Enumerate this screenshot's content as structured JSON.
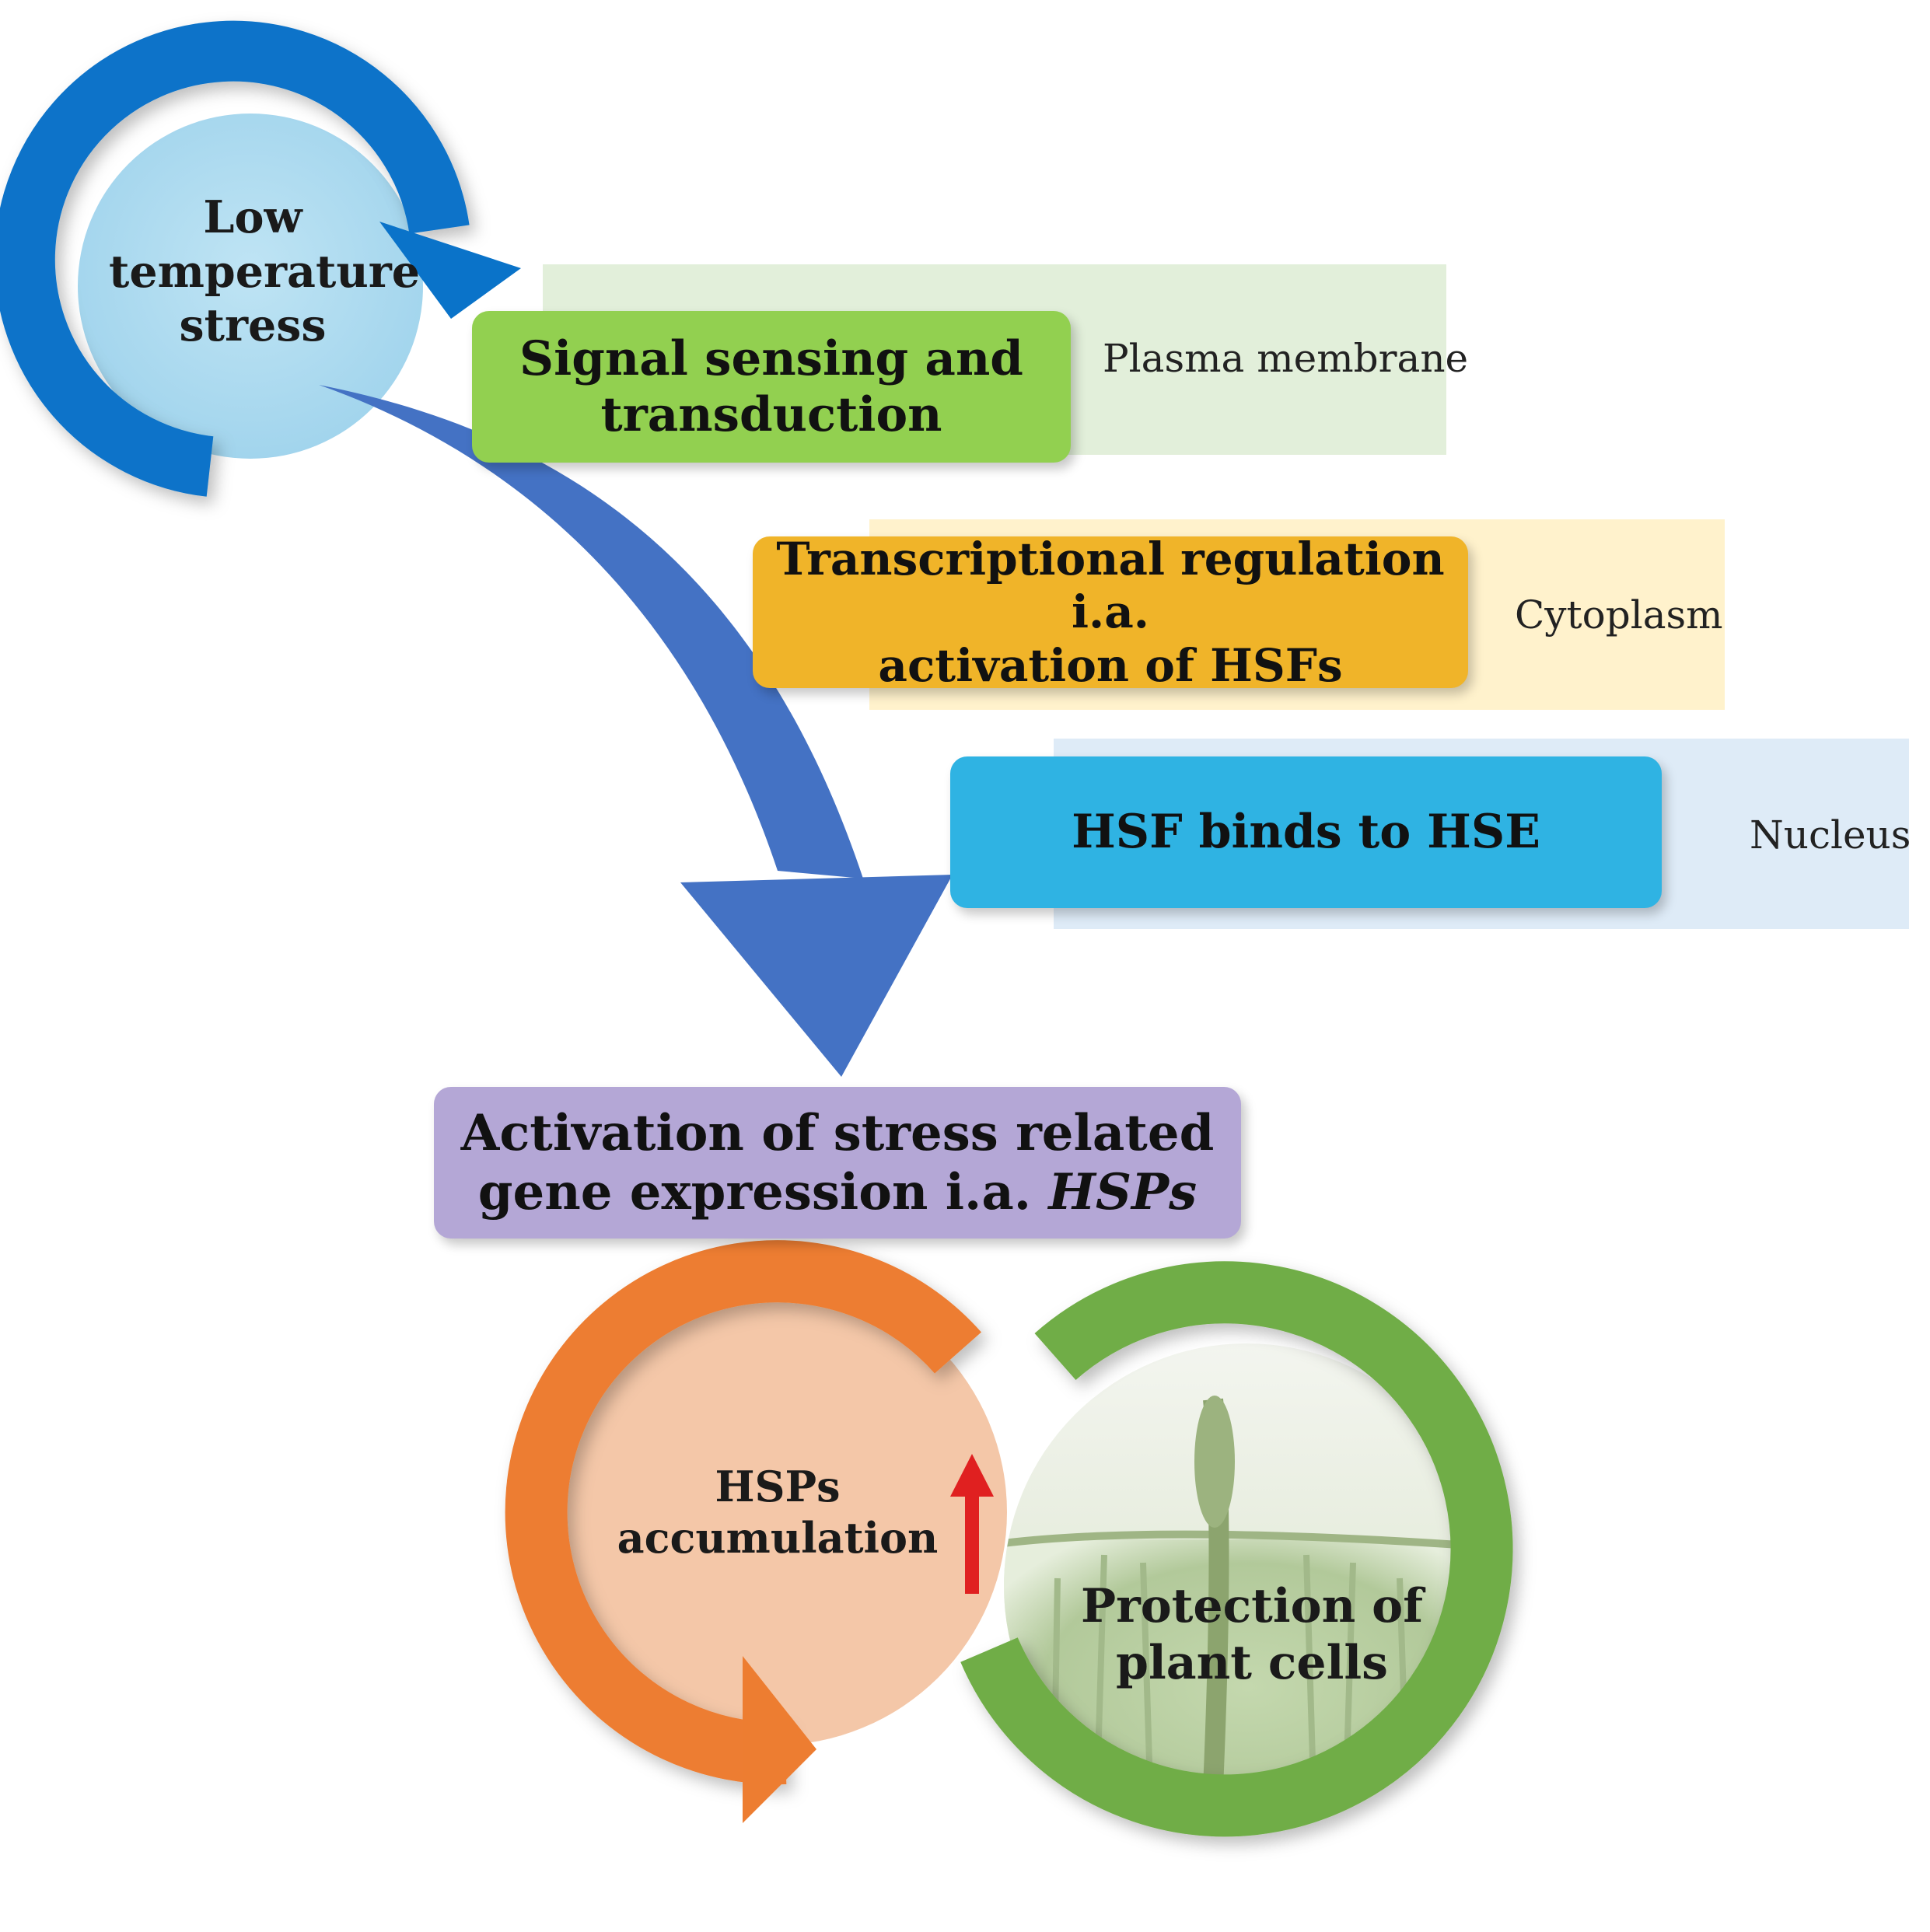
{
  "start": {
    "line1": "Low",
    "line2": "temperature",
    "line3": "stress"
  },
  "steps": [
    {
      "line1": "Signal sensing and",
      "line2": "transduction",
      "location": "Plasma membrane",
      "color": "#92d050",
      "band_color": "#e2efda"
    },
    {
      "line1": "Transcriptional regulation i.a.",
      "line2": "activation of HSFs",
      "location": "Cytoplasm",
      "color": "#f0b429",
      "band_color": "#fff2cc"
    },
    {
      "line1": "HSF binds to HSE",
      "location": "Nucleus",
      "color": "#2fb3e3",
      "band_color": "#deebf7"
    }
  ],
  "activation": {
    "line1": "Activation of stress related",
    "line2_prefix": "gene expression i.a. ",
    "line2_italic": "HSPs",
    "color": "#b4a7d6"
  },
  "accumulation": {
    "line1": "HSPs",
    "line2": "accumulation",
    "arrow_color": "#e02020"
  },
  "protection": {
    "line1": "Protection of",
    "line2": "plant cells"
  },
  "colors": {
    "start_ring": "#0a73c9",
    "start_fill": "#a9d8ee",
    "big_arrow": "#4472c4",
    "orange_ring": "#ed7d31",
    "orange_fill": "#f4c7a8",
    "green_ring": "#70ad47"
  }
}
